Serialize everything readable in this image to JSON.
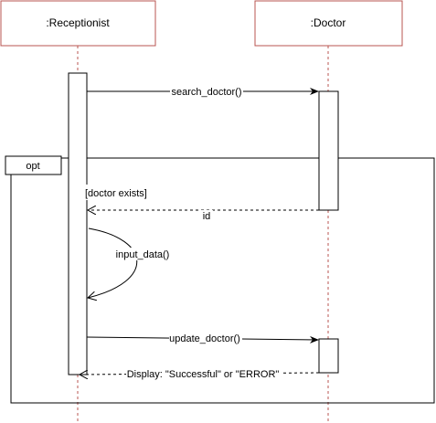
{
  "colors": {
    "lifeline_head_border": "#b85450",
    "lifeline_dash": "#b85450",
    "line": "#000000",
    "background": "#ffffff"
  },
  "lifelines": [
    {
      "label": ":Receptionist"
    },
    {
      "label": ":Doctor"
    }
  ],
  "fragment": {
    "operator": "opt",
    "guard": "[doctor exists]"
  },
  "messages": [
    {
      "label": "search_doctor()",
      "type": "sync",
      "from": ":Receptionist",
      "to": ":Doctor"
    },
    {
      "label": "id",
      "type": "return",
      "from": ":Doctor",
      "to": ":Receptionist"
    },
    {
      "label": "input_data()",
      "type": "self",
      "from": ":Receptionist",
      "to": ":Receptionist"
    },
    {
      "label": "update_doctor()",
      "type": "sync",
      "from": ":Receptionist",
      "to": ":Doctor"
    },
    {
      "label": "Display: \"Successful\" or \"ERROR\"",
      "type": "return",
      "from": ":Doctor",
      "to": ":Receptionist"
    }
  ]
}
